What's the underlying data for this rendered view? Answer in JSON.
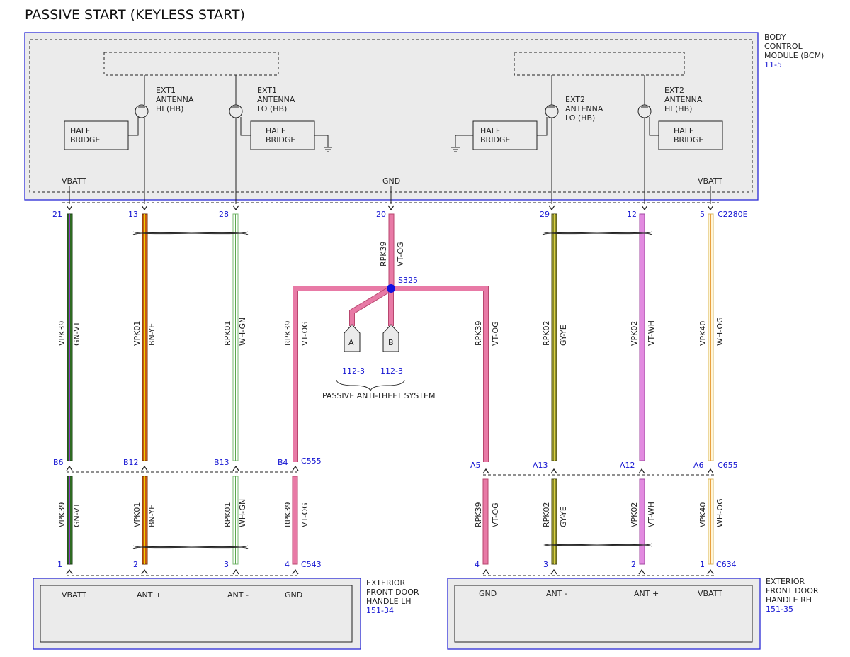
{
  "title": "PASSIVE START (KEYLESS START)",
  "bcm": {
    "name_lines": [
      "BODY",
      "CONTROL",
      "MODULE (BCM)"
    ],
    "ref": "11-5",
    "internal": {
      "ext1_hi": [
        "EXT1",
        "ANTENNA",
        "HI (HB)"
      ],
      "ext1_lo": [
        "EXT1",
        "ANTENNA",
        "LO (HB)"
      ],
      "ext2_lo": [
        "EXT2",
        "ANTENNA",
        "LO (HB)"
      ],
      "ext2_hi": [
        "EXT2",
        "ANTENNA",
        "HI (HB)"
      ],
      "half_bridge": [
        "HALF",
        "BRIDGE"
      ]
    },
    "pin_labels": {
      "vbatt_left": "VBATT",
      "gnd": "GND",
      "vbatt_right": "VBATT"
    },
    "pins": [
      "21",
      "13",
      "28",
      "20",
      "29",
      "12",
      "5"
    ],
    "connector": "C2280E"
  },
  "wires": {
    "c21": {
      "circuit": "VPK39",
      "color": "GN-VT"
    },
    "c13": {
      "circuit": "VPK01",
      "color": "BN-YE"
    },
    "c28": {
      "circuit": "RPK01",
      "color": "WH-GN"
    },
    "c20": {
      "circuit": "RPK39",
      "color": "VT-OG"
    },
    "lh_gnd": {
      "circuit": "RPK39",
      "color": "VT-OG"
    },
    "rh_gnd": {
      "circuit": "RPK39",
      "color": "VT-OG"
    },
    "c29": {
      "circuit": "RPK02",
      "color": "GY-YE"
    },
    "c12": {
      "circuit": "VPK02",
      "color": "VT-WH"
    },
    "c5": {
      "circuit": "VPK40",
      "color": "WH-OG"
    }
  },
  "splice": {
    "name": "S325"
  },
  "pats": {
    "label": "PASSIVE ANTI-THEFT SYSTEM",
    "connectors": [
      {
        "letter": "A",
        "ref": "112-3"
      },
      {
        "letter": "B",
        "ref": "112-3"
      }
    ]
  },
  "c555": {
    "connector": "C555",
    "pins": [
      "B6",
      "B12",
      "B13",
      "B4"
    ]
  },
  "c655": {
    "connector": "C655",
    "pins": [
      "A5",
      "A13",
      "A12",
      "A6"
    ]
  },
  "c543": {
    "connector": "C543",
    "pins": [
      "1",
      "2",
      "3",
      "4"
    ]
  },
  "c634": {
    "connector": "C634",
    "pins": [
      "4",
      "3",
      "2",
      "1"
    ]
  },
  "handle_lh": {
    "name_lines": [
      "EXTERIOR",
      "FRONT DOOR",
      "HANDLE LH"
    ],
    "ref": "151-34",
    "pins": [
      "VBATT",
      "ANT +",
      "ANT -",
      "GND"
    ]
  },
  "handle_rh": {
    "name_lines": [
      "EXTERIOR",
      "FRONT DOOR",
      "HANDLE RH"
    ],
    "ref": "151-35",
    "pins": [
      "GND",
      "ANT -",
      "ANT +",
      "VBATT"
    ]
  },
  "colors": {
    "module_border": "#2a2ad6",
    "module_fill": "#ebebeb",
    "ref_text": "#1414d2",
    "splice_dot": "#1010e0",
    "GN-VT": "#2e6b22",
    "BN-YE": "#c75a10",
    "WH-GN": "#a6d8a0",
    "VT-OG": "#e87aa6",
    "GY-YE": "#8a8a2a",
    "VT-WH": "#e28ae0",
    "WH-OG": "#f0dca0"
  }
}
